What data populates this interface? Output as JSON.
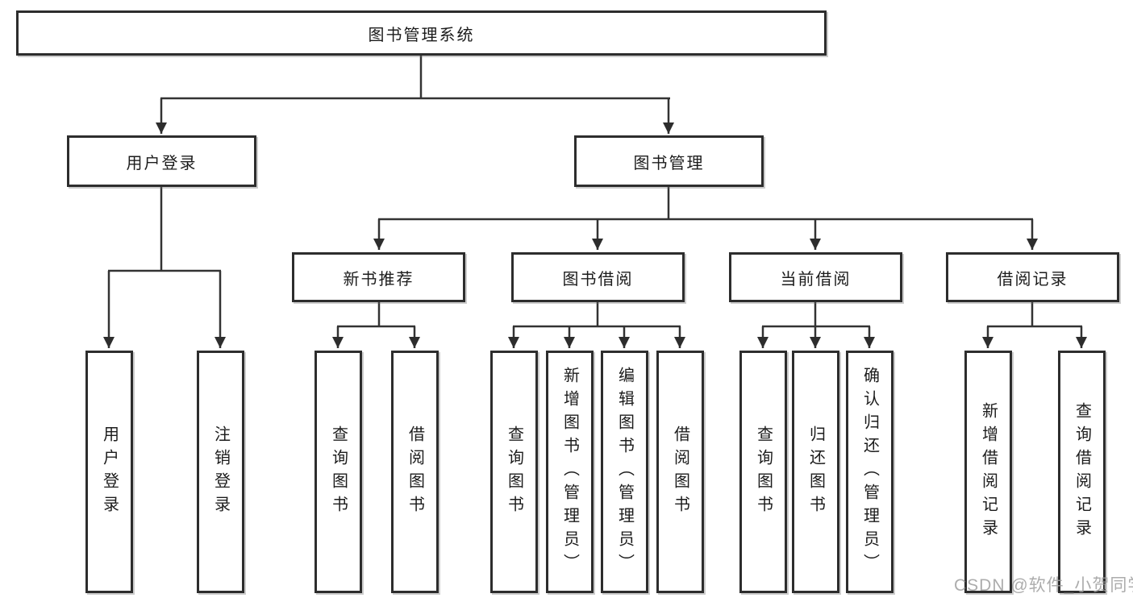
{
  "tree": {
    "root": {
      "label": "图书管理系统"
    },
    "branches": [
      {
        "label": "用户登录",
        "children": [
          {
            "label": "用户登录"
          },
          {
            "label": "注销登录"
          }
        ]
      },
      {
        "label": "图书管理",
        "groups": [
          {
            "label": "新书推荐",
            "children": [
              {
                "label": "查询图书"
              },
              {
                "label": "借阅图书"
              }
            ]
          },
          {
            "label": "图书借阅",
            "children": [
              {
                "label": "查询图书"
              },
              {
                "label": "新增图书（管理员）"
              },
              {
                "label": "编辑图书（管理员）"
              },
              {
                "label": "借阅图书"
              }
            ]
          },
          {
            "label": "当前借阅",
            "children": [
              {
                "label": "查询图书"
              },
              {
                "label": "归还图书"
              },
              {
                "label": "确认归还（管理员）"
              }
            ]
          },
          {
            "label": "借阅记录",
            "children": [
              {
                "label": "新增借阅记录"
              },
              {
                "label": "查询借阅记录"
              }
            ]
          }
        ]
      }
    ]
  },
  "watermark": {
    "label": "CSDN @软件_小贺同学"
  },
  "colors": {
    "line": "#333333",
    "border": "#2d2d2d",
    "text": "#1c1c1c",
    "watermark": "#9e9e9e",
    "background": "#ffffff"
  }
}
